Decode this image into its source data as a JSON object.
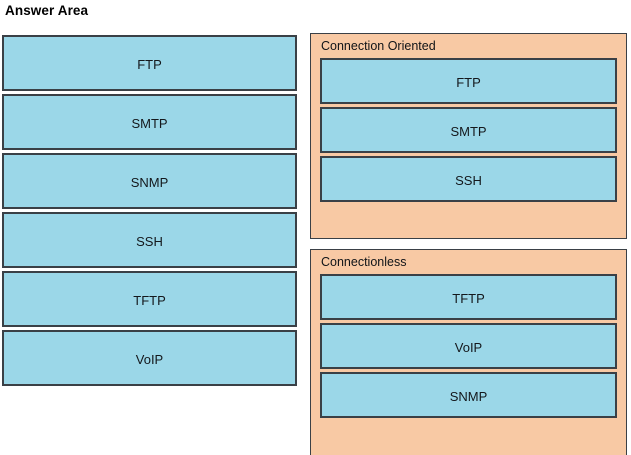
{
  "page_title": "Answer Area",
  "colors": {
    "tile_fill": "#9BD7E8",
    "tile_border": "#3A4046",
    "panel_fill": "#F8C9A4",
    "panel_border": "#3A4046",
    "background": "#FFFFFF",
    "text": "#111111"
  },
  "source_column": {
    "name": "draggable-protocol-tiles",
    "items": [
      {
        "label": "FTP"
      },
      {
        "label": "SMTP"
      },
      {
        "label": "SNMP"
      },
      {
        "label": "SSH"
      },
      {
        "label": "TFTP"
      },
      {
        "label": "VoIP"
      }
    ]
  },
  "panels": [
    {
      "title": "Connection Oriented",
      "items": [
        {
          "label": "FTP"
        },
        {
          "label": "SMTP"
        },
        {
          "label": "SSH"
        }
      ]
    },
    {
      "title": "Connectionless",
      "items": [
        {
          "label": "TFTP"
        },
        {
          "label": "VoIP"
        },
        {
          "label": "SNMP"
        }
      ]
    }
  ]
}
